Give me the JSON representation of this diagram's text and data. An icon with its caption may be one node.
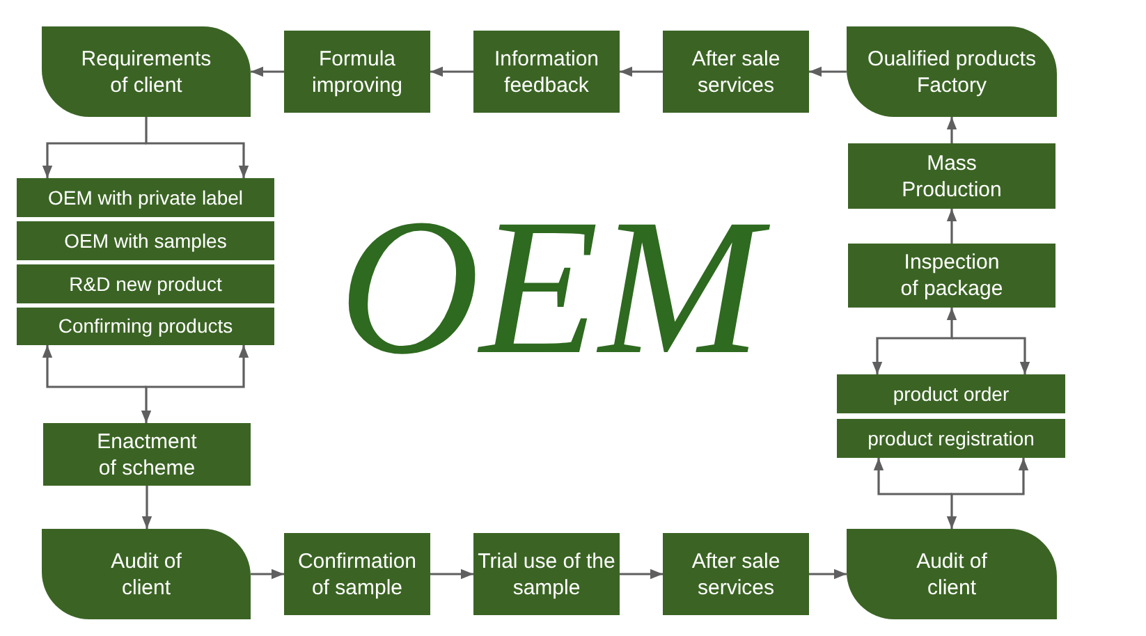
{
  "diagram": {
    "nodes": [
      {
        "text": [
          "Requirements of client"
        ]
      },
      {
        "text": [
          "Formula improving"
        ]
      },
      {
        "text": [
          "Information feedback"
        ]
      },
      {
        "text": [
          "After sale services"
        ]
      },
      {
        "text": [
          "Oualified products Factory"
        ]
      },
      {
        "text": [
          "OEM with private label"
        ]
      },
      {
        "text": [
          "OEM with samples"
        ]
      },
      {
        "text": [
          "R&D new product"
        ]
      },
      {
        "text": [
          "Confirming products"
        ]
      },
      {
        "text": [
          "Enactment of scheme"
        ]
      },
      {
        "text": [
          "Audit of client"
        ]
      },
      {
        "text": [
          "Confirmation of sample"
        ]
      },
      {
        "text": [
          "Trial use of the sample"
        ]
      },
      {
        "text": [
          "After sale services"
        ]
      },
      {
        "text": [
          "Audit of client"
        ]
      },
      {
        "text": [
          "product order"
        ]
      },
      {
        "text": [
          "product registration"
        ]
      },
      {
        "text": [
          "Inspection of package"
        ]
      },
      {
        "text": [
          "Mass Production"
        ]
      }
    ],
    "edges": [
      {
        "from": 1,
        "to": 0,
        "arrow": "to"
      },
      {
        "from": 2,
        "to": 1,
        "arrow": "to"
      },
      {
        "from": 3,
        "to": 2,
        "arrow": "to"
      },
      {
        "from": 4,
        "to": 3,
        "arrow": "to"
      },
      {
        "from": 0,
        "to": 5,
        "arrow": "to"
      },
      {
        "from": 8,
        "to": 9,
        "arrow": "both"
      },
      {
        "from": 9,
        "to": 10,
        "arrow": "to"
      },
      {
        "from": 10,
        "to": 11,
        "arrow": "to"
      },
      {
        "from": 11,
        "to": 12,
        "arrow": "to"
      },
      {
        "from": 12,
        "to": 13,
        "arrow": "to"
      },
      {
        "from": 13,
        "to": 14,
        "arrow": "to"
      },
      {
        "from": 14,
        "to": 16,
        "arrow": "both"
      },
      {
        "from": 15,
        "to": 17,
        "arrow": "both"
      },
      {
        "from": 17,
        "to": 18,
        "arrow": "to"
      },
      {
        "from": 18,
        "to": 4,
        "arrow": "to"
      }
    ],
    "labels": [
      "OEM"
    ]
  }
}
